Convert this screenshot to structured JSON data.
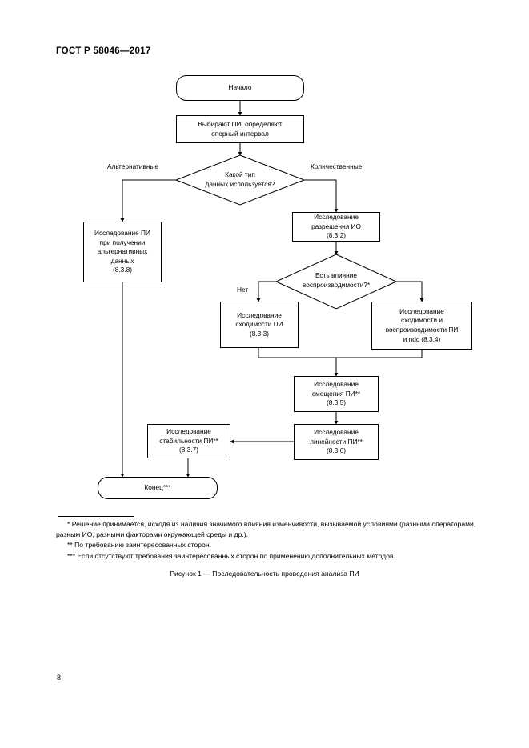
{
  "document": {
    "header": "ГОСТ Р 58046—2017",
    "page_number": "8"
  },
  "figure": {
    "caption": "Рисунок 1 — Последовательность проведения анализа ПИ",
    "nodes": {
      "start": "Начало",
      "select": "Выбирают ПИ, определяют\nопорный интервал",
      "decision_data_type": "Какой тип\nданных используется?",
      "alt_branch": "Исследование ПИ\nпри получении\nальтернативных\nданных\n(8.3.8)",
      "resolution": "Исследование\nразрешения ИО\n(8.3.2)",
      "decision_reproducibility": "Есть влияние\nвоспроизводимости?*",
      "repeatability": "Исследование\nсходимости ПИ\n(8.3.3)",
      "repeat_reproduce": "Исследование\nсходимости и\nвоспроизводимости ПИ\nи ndc (8.3.4)",
      "bias": "Исследование\nсмещения ПИ**\n(8.3.5)",
      "linearity": "Исследование\nлинейности ПИ**\n(8.3.6)",
      "stability": "Исследование\nстабильности ПИ**\n(8.3.7)",
      "end": "Конец***"
    },
    "edge_labels": {
      "alternative": "Альтернативные",
      "quantitative": "Количественные",
      "no": "Нет"
    }
  },
  "footnotes": [
    "* Решение принимается, исходя из наличия значимого влияния изменчивости, вызываемой условиями (разными операторами, разным ИО, разными факторами окружающей среды и др.).",
    "** По требованию заинтересованных сторон.",
    "*** Если отсутствуют требования заинтересованных сторон по применению дополнительных методов."
  ],
  "colors": {
    "ink": "#000000",
    "paper": "#ffffff"
  }
}
